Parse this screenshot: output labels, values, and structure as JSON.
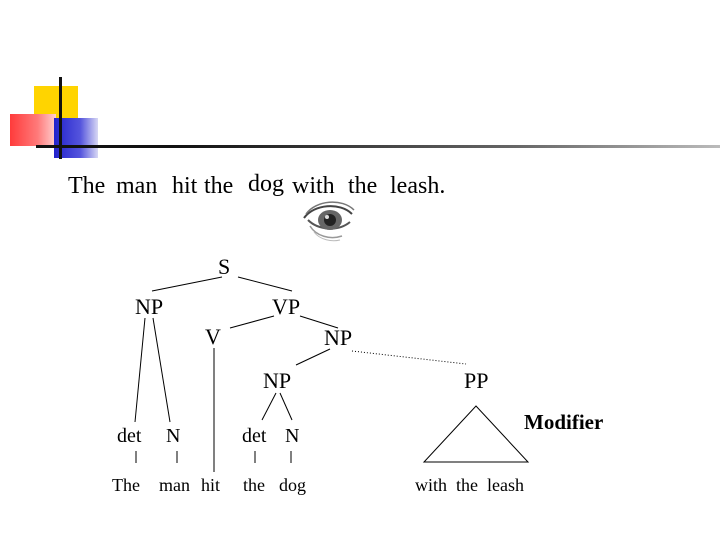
{
  "sentence": {
    "w1": "The",
    "w2": "man",
    "w3": "hit",
    "w4": "the",
    "w5": "dog",
    "w6": "with",
    "w7": "the",
    "w8": "leash."
  },
  "eye_icon": "eye-icon",
  "tree": {
    "s": "S",
    "np": "NP",
    "vp": "VP",
    "v": "V",
    "np_vp": "NP",
    "np_inner": "NP",
    "pp": "PP",
    "det1": "det",
    "n1": "N",
    "det2": "det",
    "n2": "N",
    "modifier": "Modifier",
    "leaf_the": "The",
    "leaf_man": "man",
    "leaf_hit": "hit",
    "leaf_the2": "the",
    "leaf_dog": "dog",
    "leaf_pp": "with  the  leash"
  },
  "colors": {
    "yellow": "#ffd400",
    "red": "#ff3b3b",
    "blue": "#2222cc"
  }
}
